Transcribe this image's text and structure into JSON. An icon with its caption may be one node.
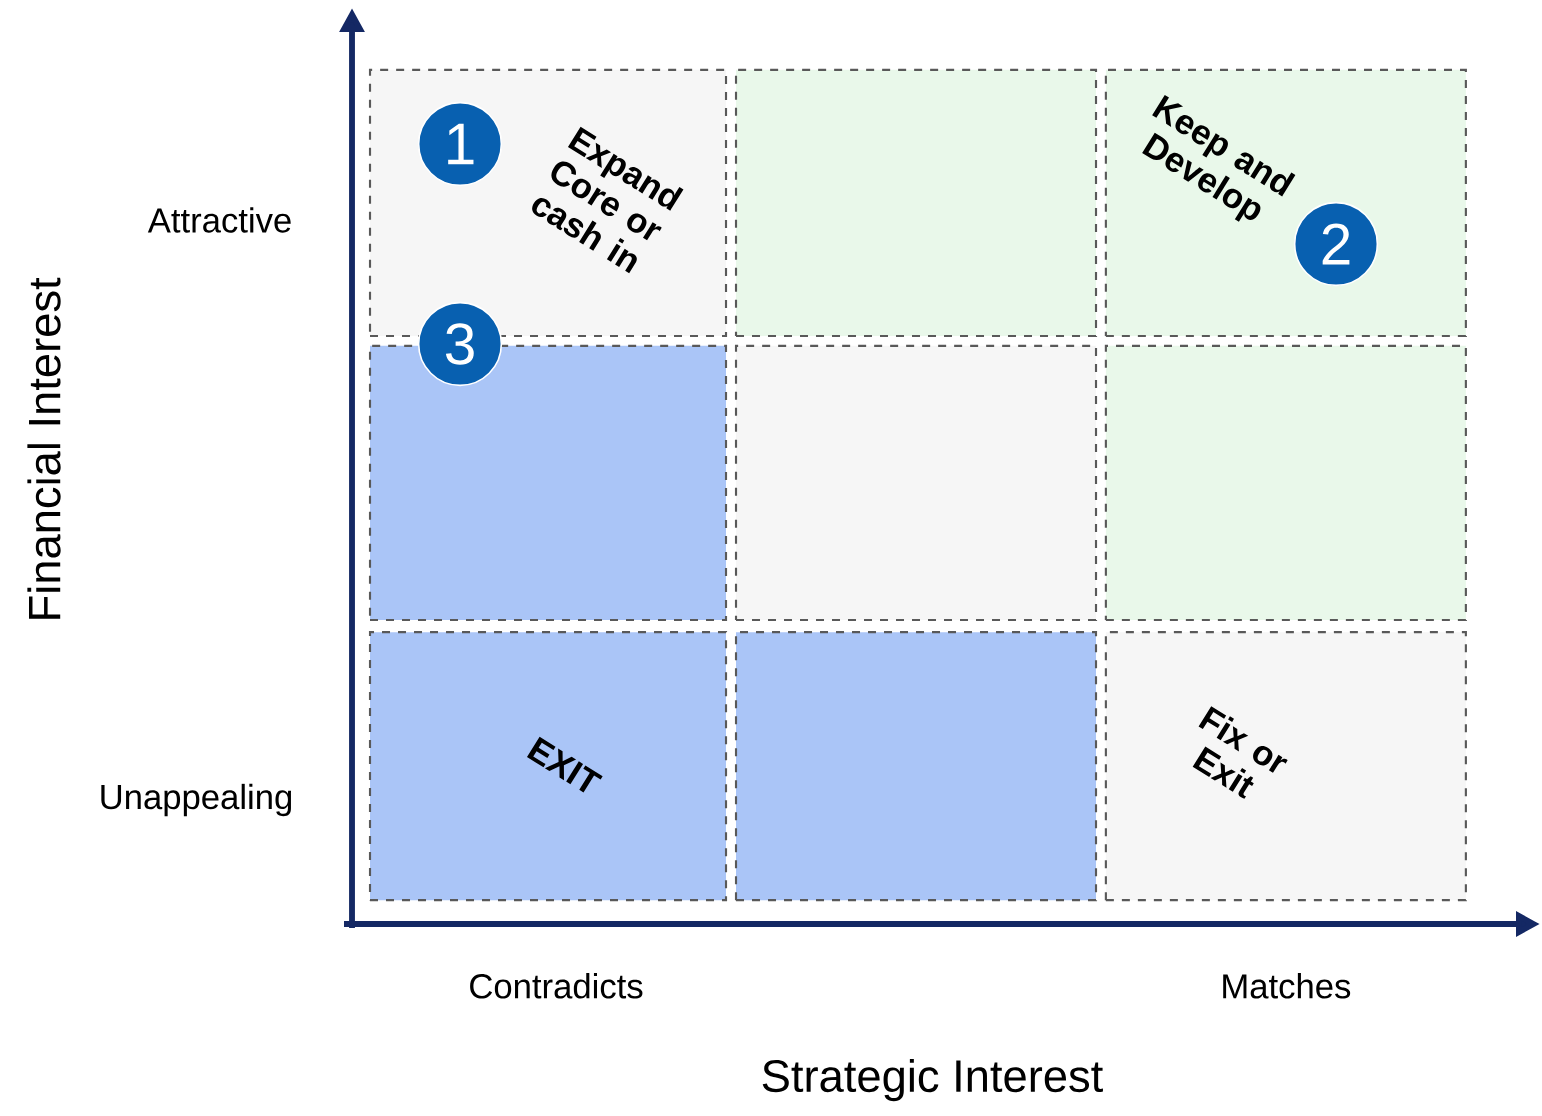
{
  "diagram": {
    "nodes": [
      {
        "text": [
          "Expand Core or cash in"
        ]
      },
      {
        "text": [
          "1"
        ],
        "in": 0
      },
      {
        "text": [],
        "shape": "box"
      },
      {
        "text": [
          "Keep and Develop"
        ]
      },
      {
        "text": [
          "2"
        ],
        "in": 3
      },
      {
        "text": [
          "3"
        ]
      },
      {
        "text": [],
        "shape": "box"
      },
      {
        "text": [],
        "shape": "box"
      },
      {
        "text": [],
        "shape": "box"
      },
      {
        "text": [
          "EXIT"
        ]
      },
      {
        "text": [],
        "shape": "box"
      },
      {
        "text": [
          "Fix or Exit"
        ]
      }
    ],
    "edges": [],
    "labels": [
      "Financial Interest",
      "Attractive",
      "Unappealing",
      "Contradicts",
      "Matches",
      "Strategic Interest"
    ]
  }
}
